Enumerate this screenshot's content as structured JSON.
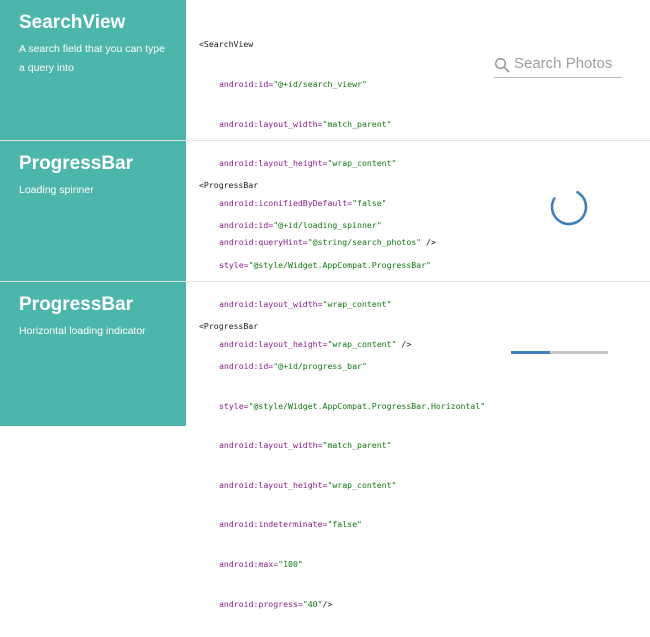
{
  "sections": [
    {
      "title": "SearchView",
      "description": "A search field that you can type a query into",
      "code": {
        "open_tag": "<SearchView",
        "attrs": [
          {
            "name": "android:id=",
            "value": "\"@+id/search_viewr\""
          },
          {
            "name": "android:layout_width=",
            "value": "\"match_parent\""
          },
          {
            "name": "android:layout_height=",
            "value": "\"wrap_content\""
          },
          {
            "name": "android:iconifiedByDefault=",
            "value": "\"false\""
          },
          {
            "name": "android:queryHint=",
            "value": "\"@string/search_photos\"",
            "close": " />"
          }
        ]
      },
      "widget": {
        "search_hint": "Search Photos",
        "icon": "search-icon"
      }
    },
    {
      "title": "ProgressBar",
      "description": "Loading spinner",
      "code": {
        "open_tag": "<ProgressBar",
        "attrs": [
          {
            "name": "android:id=",
            "value": "\"@+id/loading_spinner\""
          },
          {
            "name": "style=",
            "value": "\"@style/Widget.AppCompat.ProgressBar\""
          },
          {
            "name": "android:layout_width=",
            "value": "\"wrap_content\""
          },
          {
            "name": "android:layout_height=",
            "value": "\"wrap_content\"",
            "close": " />"
          }
        ]
      },
      "widget": {
        "type": "spinner",
        "color": "#3f7fbf"
      }
    },
    {
      "title": "ProgressBar",
      "description": "Horizontal loading indicator",
      "code": {
        "open_tag": "<ProgressBar",
        "attrs": [
          {
            "name": "android:id=",
            "value": "\"@+id/progress_bar\""
          },
          {
            "name": "style=",
            "value": "\"@style/Widget.AppCompat.ProgressBar.Horizontal\""
          },
          {
            "name": "android:layout_width=",
            "value": "\"match_parent\""
          },
          {
            "name": "android:layout_height=",
            "value": "\"wrap_content\""
          },
          {
            "name": "android:indeterminate=",
            "value": "\"false\""
          },
          {
            "name": "android:max=",
            "value": "\"100\""
          },
          {
            "name": "android:progress=",
            "value": "\"40\"",
            "close": "/>"
          }
        ]
      },
      "widget": {
        "type": "horizontal",
        "progress": 40,
        "max": 100,
        "color": "#3f7fbf"
      }
    }
  ],
  "colors": {
    "sidebar": "#4db6ac",
    "attr": "#8b1d8b",
    "value": "#0f7a0f"
  }
}
